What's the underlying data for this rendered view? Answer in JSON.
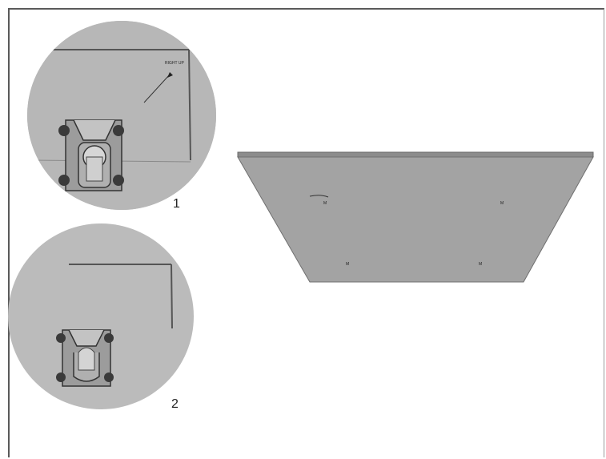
{
  "figure": {
    "detail_1": {
      "number": "1",
      "annotation": "RIGHT UP"
    },
    "detail_2": {
      "number": "2"
    },
    "plate": {
      "hole_marks": [
        "M",
        "M",
        "M",
        "M"
      ]
    }
  },
  "colors": {
    "plate_face": "#a2a2a2",
    "plate_top_edge": "#8c8c8c",
    "circle_background": "#b9b9b9",
    "bracket": "#9a9a9a",
    "bolt": "#3a3a3a",
    "frame_border": "#5a5a5a"
  },
  "icons": [
    "mounting-bracket-icon",
    "bolt-icon"
  ]
}
